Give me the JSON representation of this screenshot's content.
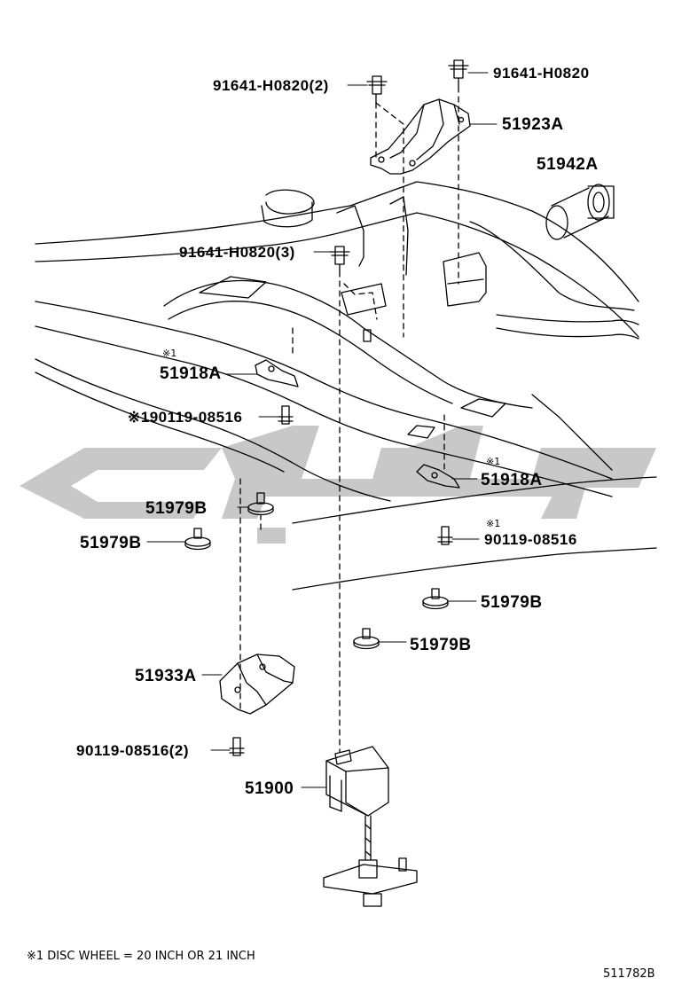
{
  "labels": {
    "p91641_2": "91641-H0820(2)",
    "p91641": "91641-H0820",
    "p51923A": "51923A",
    "p51942A": "51942A",
    "p91641_3": "91641-H0820(3)",
    "mark_a": "※1",
    "p51918A_left": "51918A",
    "p90119_left": "※190119-08516",
    "mark_b": "※1",
    "p51918A_right": "51918A",
    "mark_c": "※1",
    "p90119_right": "90119-08516",
    "p51979B_1": "51979B",
    "p51979B_2": "51979B",
    "p51979B_3": "51979B",
    "p51979B_4": "51979B",
    "p51933A": "51933A",
    "p90119_2": "90119-08516(2)",
    "p51900": "51900"
  },
  "footnote": "※1 DISC WHEEL = 20 INCH OR 21 INCH",
  "ref_code": "511782B",
  "colors": {
    "line": "#000000",
    "watermark": "#c8c8c8"
  }
}
